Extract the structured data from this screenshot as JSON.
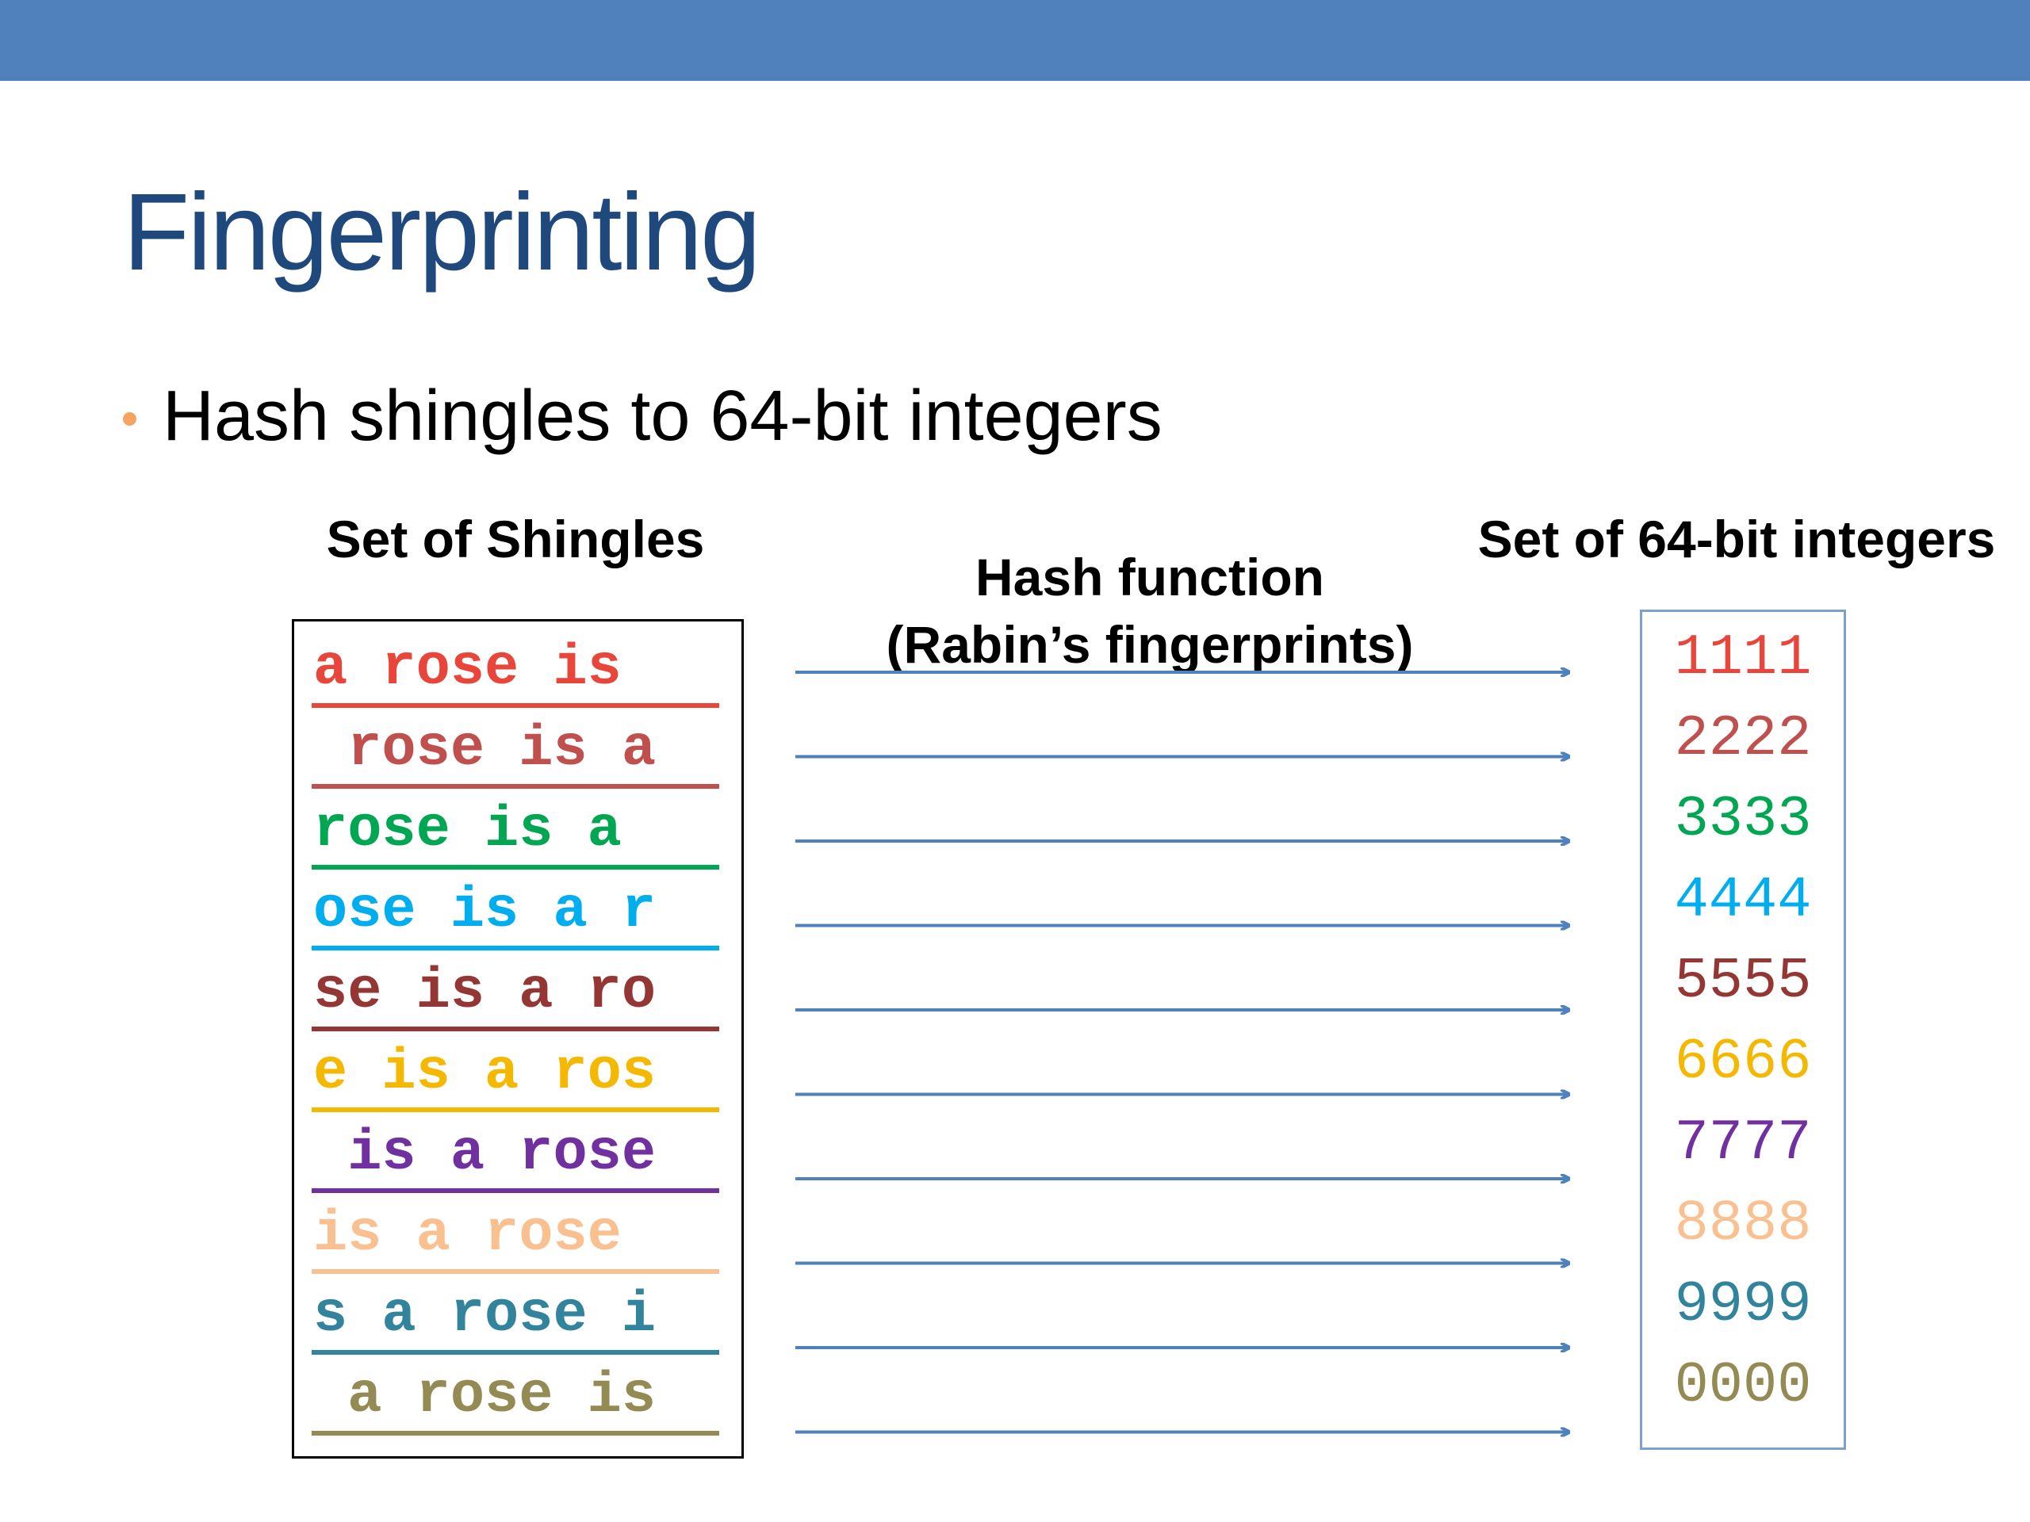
{
  "slide": {
    "title": "Fingerprinting",
    "bullet": "Hash shingles to 64-bit integers"
  },
  "diagram": {
    "left_label": "Set of Shingles",
    "middle_label_line1": "Hash function",
    "middle_label_line2": "(Rabin’s fingerprints)",
    "right_label": "Set of 64-bit integers",
    "rows": [
      {
        "shingle": "a rose is ",
        "hash": "1111",
        "color": "#e8463a"
      },
      {
        "shingle": " rose is a",
        "hash": "2222",
        "color": "#c0504d"
      },
      {
        "shingle": "rose is a ",
        "hash": "3333",
        "color": "#00a651"
      },
      {
        "shingle": "ose is a r",
        "hash": "4444",
        "color": "#00aeef"
      },
      {
        "shingle": "se is a ro",
        "hash": "5555",
        "color": "#943634"
      },
      {
        "shingle": "e is a ros",
        "hash": "6666",
        "color": "#f5b800"
      },
      {
        "shingle": " is a rose",
        "hash": "7777",
        "color": "#7030a0"
      },
      {
        "shingle": "is a rose ",
        "hash": "8888",
        "color": "#fac090"
      },
      {
        "shingle": "s a rose i",
        "hash": "9999",
        "color": "#31849b"
      },
      {
        "shingle": " a rose is",
        "hash": "0000",
        "color": "#948a54"
      }
    ],
    "arrow_color": "#4f81bd"
  }
}
